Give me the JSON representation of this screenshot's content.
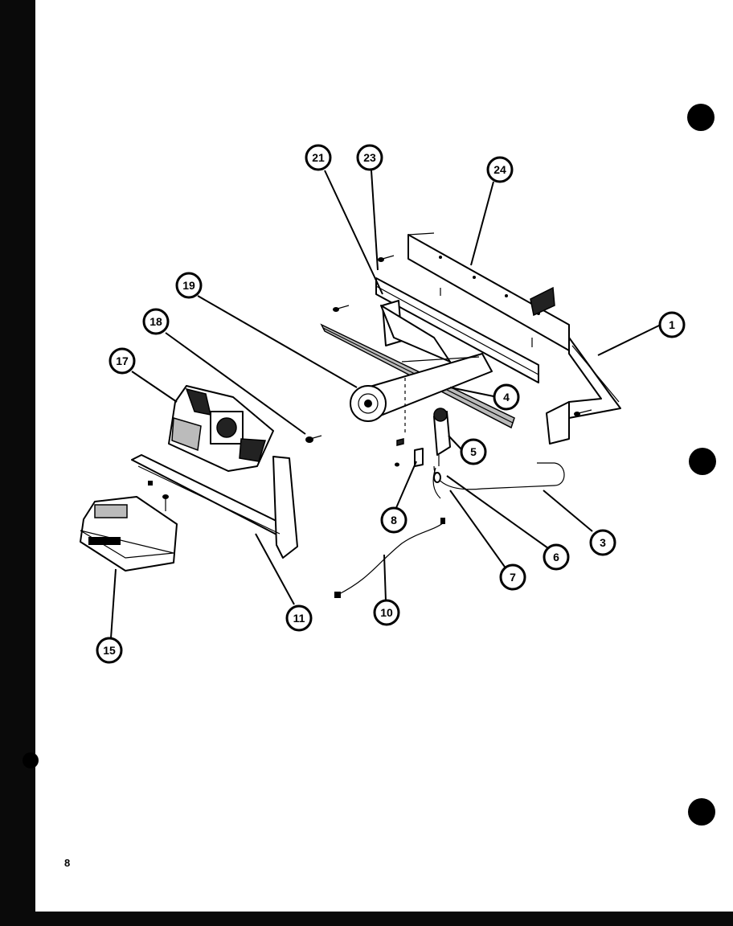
{
  "page_number": "8",
  "callouts": [
    {
      "id": "callout-1",
      "label": "1"
    },
    {
      "id": "callout-3",
      "label": "3"
    },
    {
      "id": "callout-4",
      "label": "4"
    },
    {
      "id": "callout-5",
      "label": "5"
    },
    {
      "id": "callout-6",
      "label": "6"
    },
    {
      "id": "callout-7",
      "label": "7"
    },
    {
      "id": "callout-8",
      "label": "8"
    },
    {
      "id": "callout-10",
      "label": "10"
    },
    {
      "id": "callout-11",
      "label": "11"
    },
    {
      "id": "callout-15",
      "label": "15"
    },
    {
      "id": "callout-17",
      "label": "17"
    },
    {
      "id": "callout-18",
      "label": "18"
    },
    {
      "id": "callout-19",
      "label": "19"
    },
    {
      "id": "callout-21",
      "label": "21"
    },
    {
      "id": "callout-23",
      "label": "23"
    },
    {
      "id": "callout-24",
      "label": "24"
    }
  ]
}
